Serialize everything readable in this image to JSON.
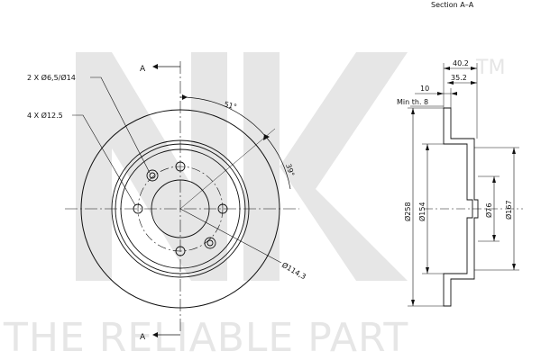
{
  "watermark": {
    "logo_text": "NK",
    "trademark": "TM",
    "tagline": "THE RELIABLE PART"
  },
  "front_view": {
    "section_mark_top": "A",
    "section_mark_bottom": "A",
    "callout_holes_outer": "2 X Ø6,5/Ø14",
    "callout_holes_inner": "4 X Ø12.5",
    "angle_1": "51°",
    "angle_2": "39°",
    "pcd": "Ø114,3"
  },
  "section_view": {
    "title": "Section A–A",
    "dim_total_width": "40.2",
    "dim_hub_width": "35.2",
    "dim_disc_thickness": "10",
    "min_thickness": "Min th. 8",
    "dim_outer_diameter": "Ø258",
    "dim_hat_diameter": "Ø154",
    "dim_center_bore": "Ø76",
    "dim_hub_diameter": "Ø167"
  },
  "colors": {
    "line": "#111111",
    "watermark": "#e6e6e6"
  }
}
